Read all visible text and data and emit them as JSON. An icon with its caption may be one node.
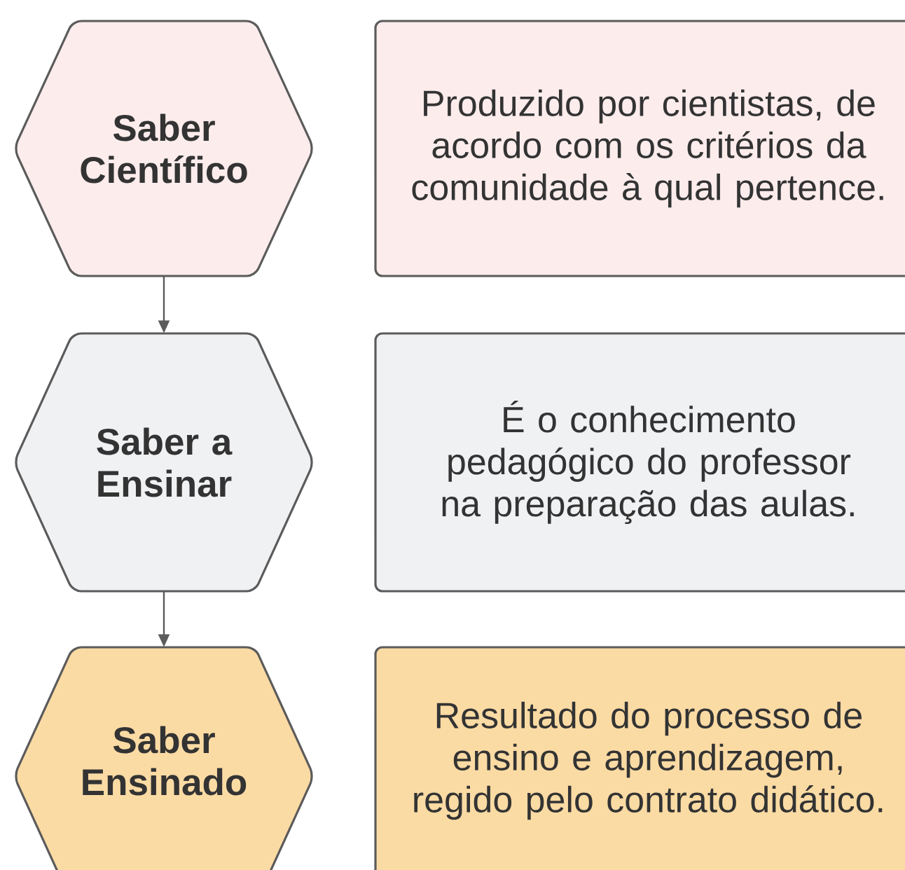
{
  "diagram": {
    "nodes": [
      {
        "text": [
          "Saber Científico"
        ]
      },
      {
        "text": [
          "Produzido por cientistas, de acordo com os critérios da comunidade à qual pertence."
        ]
      },
      {
        "text": [
          "Saber a Ensinar"
        ]
      },
      {
        "text": [
          "É o conhecimento pedagógico do professor na preparação das aulas."
        ]
      },
      {
        "text": [
          "Saber Ensinado"
        ]
      },
      {
        "text": [
          "Resultado do processo de ensino e aprendizagem, regido pelo contrato didático."
        ]
      }
    ],
    "edges": [
      {
        "from": 0,
        "to": 2,
        "arrow": "to"
      },
      {
        "from": 2,
        "to": 4,
        "arrow": "to"
      }
    ]
  }
}
